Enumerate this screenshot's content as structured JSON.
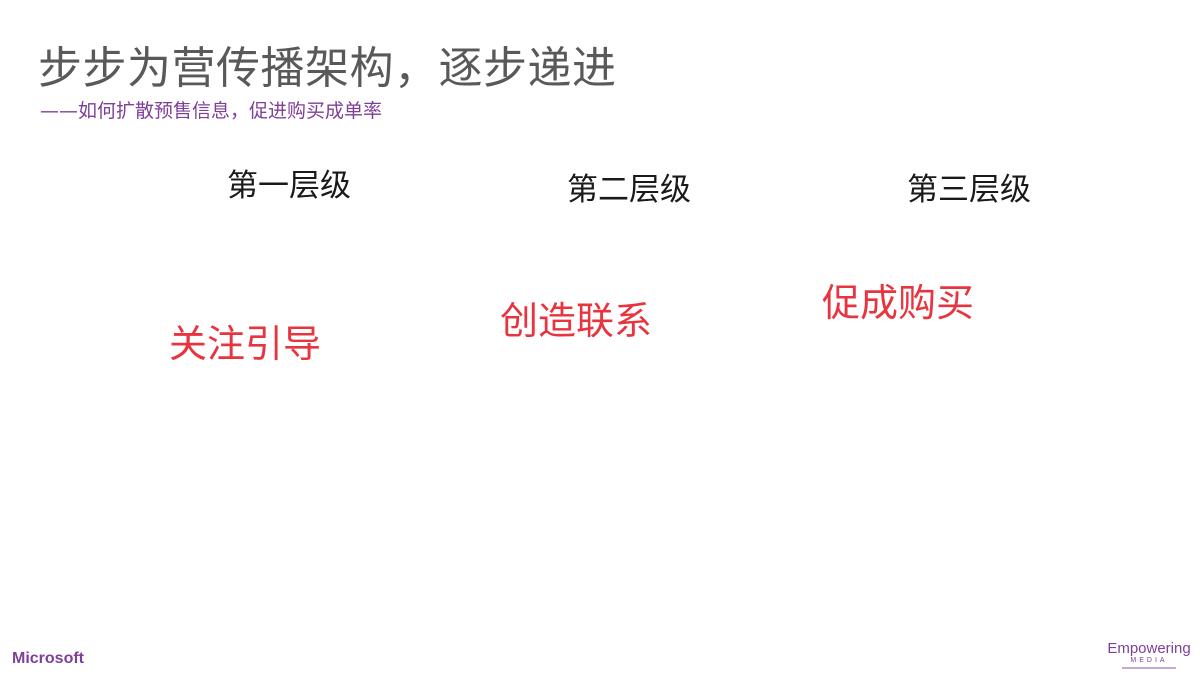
{
  "slide": {
    "title": "步步为营传播架构，逐步递进",
    "subtitle": "——如何扩散预售信息，促进购买成单率",
    "levels": [
      "第一层级",
      "第二层级",
      "第三层级"
    ],
    "stages": [
      "关注引导",
      "创造联系",
      "促成购买"
    ]
  },
  "footer": {
    "left_logo": "Microsoft",
    "right_logo_main": "Empowering",
    "right_logo_sub": "MEDIA"
  },
  "colors": {
    "title": "#595959",
    "subtitle": "#7e3f98",
    "level_text": "#1a1a1a",
    "stage_text": "#e8343f",
    "brand": "#7e3f98"
  }
}
